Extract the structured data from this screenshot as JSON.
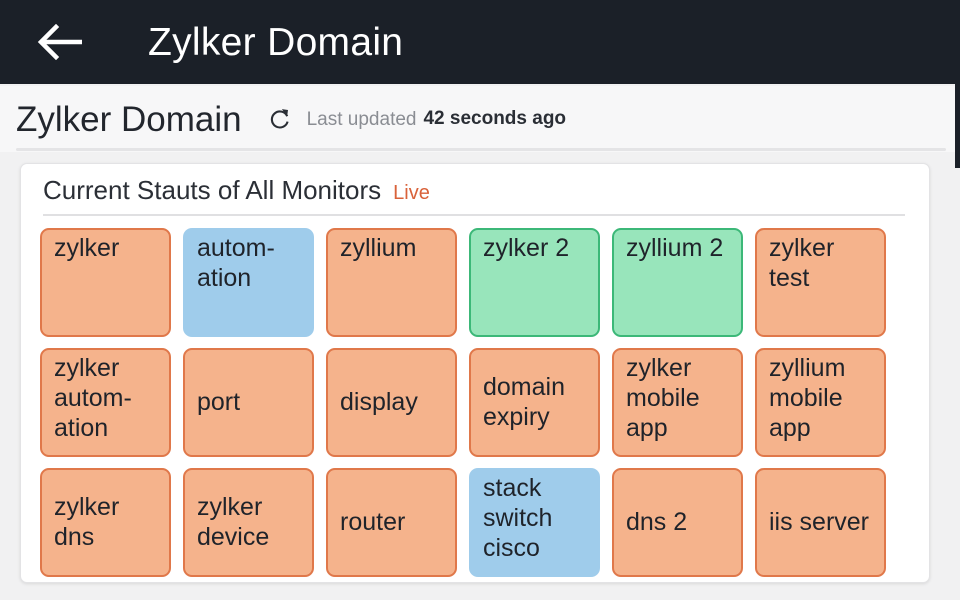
{
  "appbar": {
    "back_icon": "back-arrow-icon",
    "title": "Zylker Domain"
  },
  "subheader": {
    "title": "Zylker Domain",
    "refresh_icon": "refresh-icon",
    "last_updated_label": "Last updated",
    "last_updated_value": "42 seconds ago"
  },
  "card": {
    "title": "Current Stauts of All Monitors",
    "live_label": "Live",
    "colors": {
      "down_fill": "#f5b38c",
      "down_border": "#e0784a",
      "up_fill": "#98e5bb",
      "up_border": "#3cb878",
      "suspended_fill": "#9fcceb",
      "live_text": "#d9623a",
      "appbar_bg": "#1b2028"
    },
    "monitors": [
      {
        "name": "zylker",
        "status": "down",
        "align": "top"
      },
      {
        "name": "autom-ation",
        "status": "suspended",
        "align": "top"
      },
      {
        "name": "zyllium",
        "status": "down",
        "align": "top"
      },
      {
        "name": "zylker 2",
        "status": "up",
        "align": "top"
      },
      {
        "name": "zyllium 2",
        "status": "up",
        "align": "top"
      },
      {
        "name": "zylker test",
        "status": "down",
        "align": "top"
      },
      {
        "name": "zylker autom-ation",
        "status": "down",
        "align": "top"
      },
      {
        "name": "port",
        "status": "down",
        "align": "center"
      },
      {
        "name": "display",
        "status": "down",
        "align": "center"
      },
      {
        "name": "domain expiry",
        "status": "down",
        "align": "center"
      },
      {
        "name": "zylker mobile app",
        "status": "down",
        "align": "top"
      },
      {
        "name": "zyllium mobile app",
        "status": "down",
        "align": "top"
      },
      {
        "name": "zylker dns",
        "status": "down",
        "align": "center"
      },
      {
        "name": "zylker device",
        "status": "down",
        "align": "center"
      },
      {
        "name": "router",
        "status": "down",
        "align": "center"
      },
      {
        "name": "stack switch cisco",
        "status": "suspended",
        "align": "top"
      },
      {
        "name": "dns 2",
        "status": "down",
        "align": "center"
      },
      {
        "name": "iis server",
        "status": "down",
        "align": "center"
      }
    ]
  }
}
